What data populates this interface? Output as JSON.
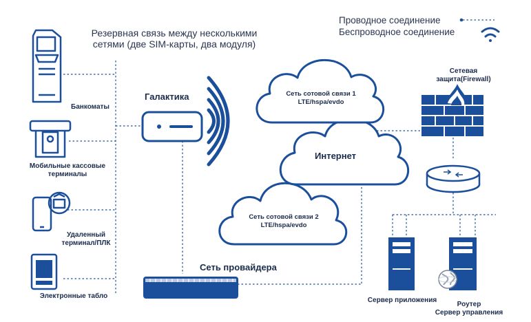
{
  "legend": {
    "wired": "Проводное соединение",
    "wireless": "Беспроводное соединение"
  },
  "backup_note": {
    "line1": "Резервная связь между несколькими",
    "line2": "сетями (две SIM-карты, два модуля)"
  },
  "devices": {
    "atm": "Банкоматы",
    "pos_line1": "Мобильные кассовые",
    "pos_line2": "терминалы",
    "remote_line1": "Удаленный",
    "remote_line2": "терминал/ПЛК",
    "board": "Электронные табло"
  },
  "router_galaxy": "Галактика",
  "provider_network": "Сеть провайдера",
  "clouds": {
    "cell1_line1": "Сеть сотовой связи 1",
    "cell1_line2": "LTE/hspa/evdo",
    "internet": "Интернет",
    "cell2_line1": "Сеть сотовой связи 2",
    "cell2_line2": "LTE/hspa/evdo"
  },
  "firewall_line1": "Сетевая",
  "firewall_line2": "защита(Firewall)",
  "app_server": "Сервер приложения",
  "mgmt_line1": "Роутер",
  "mgmt_line2": "Сервер управления",
  "colors": {
    "primary": "#1b4f9c",
    "text": "#1a2b4c",
    "cloud_stroke": "#1b4f9c",
    "white": "#ffffff"
  }
}
